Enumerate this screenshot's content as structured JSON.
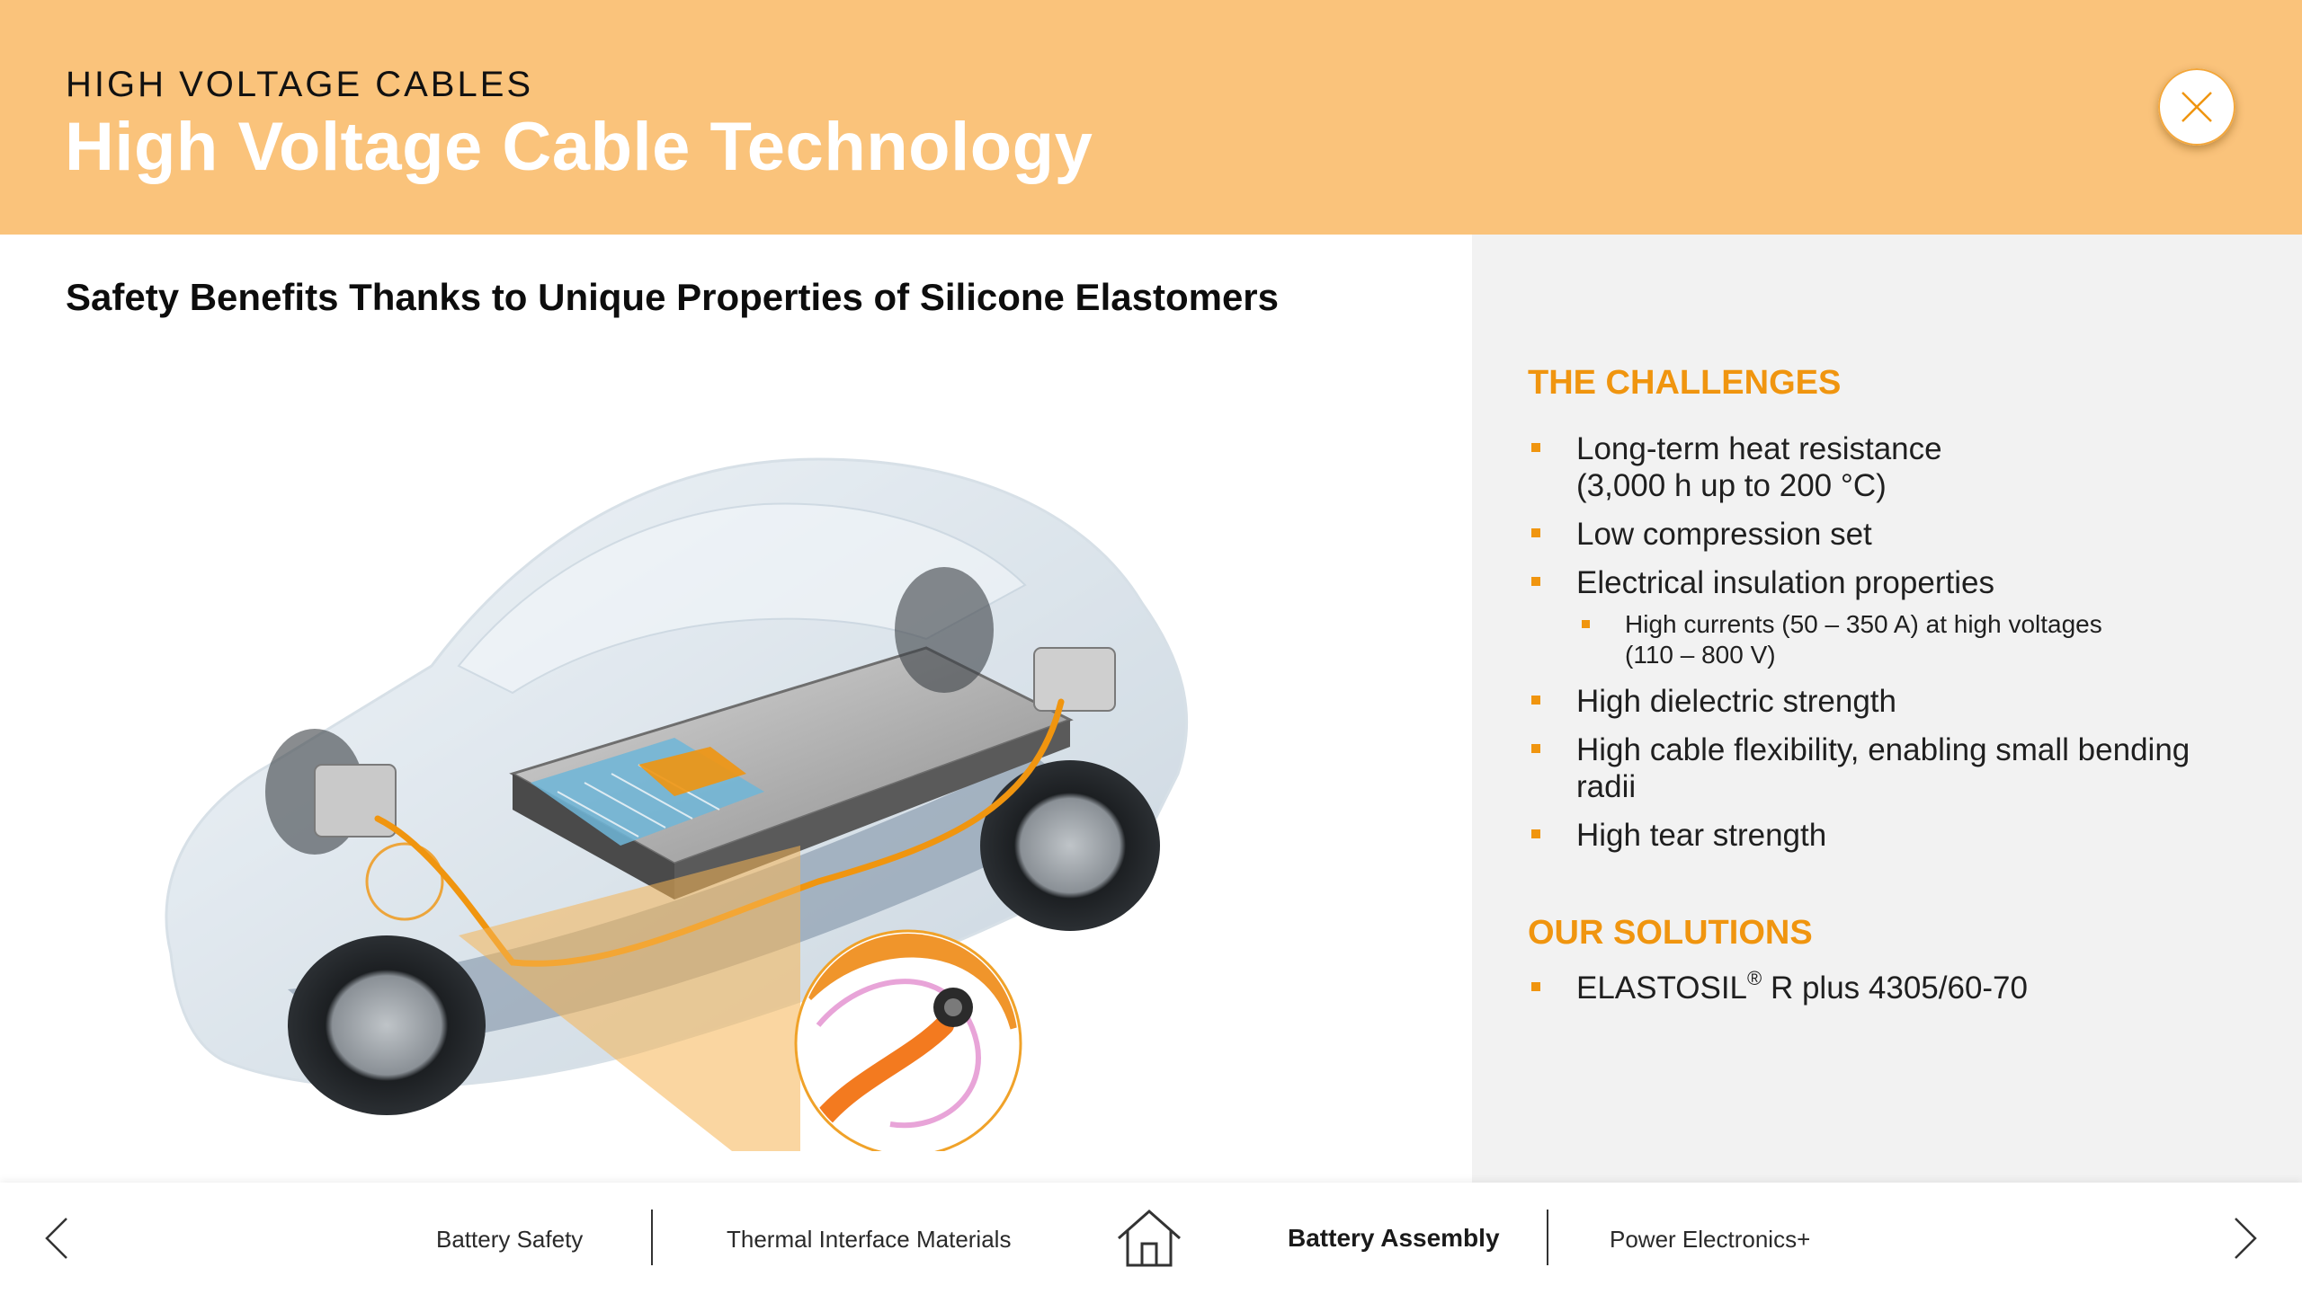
{
  "header": {
    "eyebrow": "HIGH VOLTAGE CABLES",
    "title": "High Voltage Cable Technology",
    "close_icon": "close-icon"
  },
  "main": {
    "subtitle": "Safety Benefits Thanks to Unique Properties of Silicone Elastomers",
    "image": "car-battery-cable-illustration"
  },
  "panel": {
    "challenges_title": "THE CHALLENGES",
    "challenges": [
      {
        "line1": "Long-term heat resistance",
        "line2": "(3,000 h up to 200 °C)"
      },
      {
        "line1": "Low compression set"
      },
      {
        "line1": "Electrical insulation properties"
      },
      {
        "line1": "High currents (50 – 350 A) at high voltages",
        "line2": "(110 – 800 V)"
      },
      {
        "line1": "High dielectric strength"
      },
      {
        "line1": "High cable flexibility, enabling small bending",
        "line2": "radii"
      },
      {
        "line1": "High tear strength"
      }
    ],
    "solutions_title": "OUR SOLUTIONS",
    "solution": {
      "prefix": "ELASTOSIL",
      "mark": "®",
      "suffix": " R plus 4305/60-70"
    }
  },
  "nav": {
    "items": [
      "Battery Safety",
      "Thermal Interface Materials",
      "Battery Assembly",
      "Power Electronics+"
    ],
    "active": "Battery Assembly",
    "icons": [
      "chevron-left-icon",
      "home-icon",
      "chevron-right-icon"
    ]
  },
  "colors": {
    "header_bg": "#fac37b",
    "accent": "#f0950f",
    "panel_bg": "#f2f2f2"
  }
}
